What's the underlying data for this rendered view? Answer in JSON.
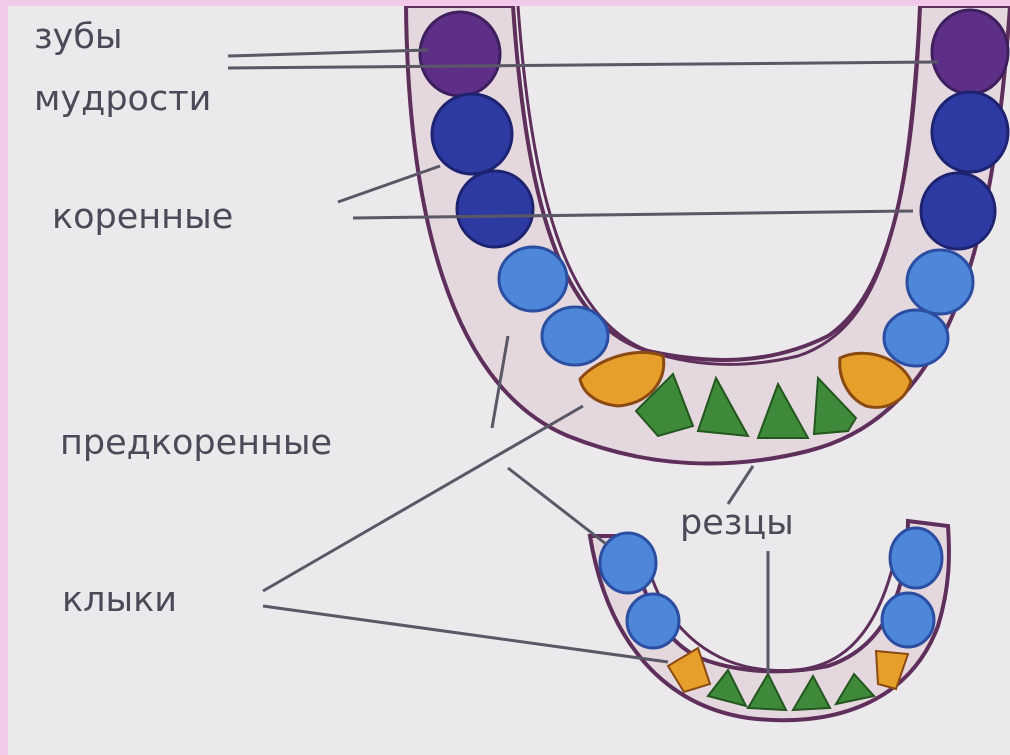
{
  "labels": {
    "wisdom_line1": "зубы",
    "wisdom_line2": "мудрости",
    "molars": "коренные",
    "premolars": "предкоренные",
    "incisors": "резцы",
    "canines": "клыки"
  },
  "colors": {
    "background": "#ebe9ec",
    "border_left": "#f3c9ea",
    "jaw_outline": "#5e2f5a",
    "wisdom": "#5e2f86",
    "molar": "#2d3aa2",
    "premolar": "#4e86d9",
    "canine": "#e79f2c",
    "incisor": "#3f8a3a",
    "label_text": "#4b4a58",
    "leader_line": "#5a5766"
  }
}
